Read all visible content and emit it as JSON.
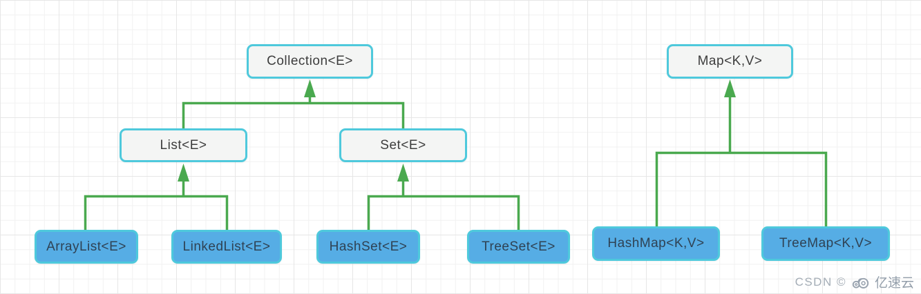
{
  "diagram": {
    "nodes": {
      "collection": {
        "label": "Collection<E>",
        "style": "interface"
      },
      "map": {
        "label": "Map<K,V>",
        "style": "interface"
      },
      "list": {
        "label": "List<E>",
        "style": "interface"
      },
      "set": {
        "label": "Set<E>",
        "style": "interface"
      },
      "arraylist": {
        "label": "ArrayList<E>",
        "style": "class"
      },
      "linkedlist": {
        "label": "LinkedList<E>",
        "style": "class"
      },
      "hashset": {
        "label": "HashSet<E>",
        "style": "class"
      },
      "treeset": {
        "label": "TreeSet<E>",
        "style": "class"
      },
      "hashmap": {
        "label": "HashMap<K,V>",
        "style": "class"
      },
      "treemap": {
        "label": "TreeMap<K,V>",
        "style": "class"
      }
    },
    "edges": [
      {
        "from": "List<E>",
        "to": "Collection<E>"
      },
      {
        "from": "Set<E>",
        "to": "Collection<E>"
      },
      {
        "from": "ArrayList<E>",
        "to": "List<E>"
      },
      {
        "from": "LinkedList<E>",
        "to": "List<E>"
      },
      {
        "from": "HashSet<E>",
        "to": "Set<E>"
      },
      {
        "from": "TreeSet<E>",
        "to": "Set<E>"
      },
      {
        "from": "HashMap<K,V>",
        "to": "Map<K,V>"
      },
      {
        "from": "TreeMap<K,V>",
        "to": "Map<K,V>"
      }
    ],
    "colors": {
      "node_border": "#4ec9dc",
      "interface_fill": "#f4f5f4",
      "interface_text": "#3d3d3d",
      "class_fill": "#56ade5",
      "class_text": "#2f4254",
      "arrow": "#4aa94f",
      "watermark_color": "#9aa5b0"
    }
  },
  "watermark": {
    "site_text": "CSDN ©",
    "brand_text": "亿速云",
    "logo": "yisuyun-cloud-logo"
  }
}
